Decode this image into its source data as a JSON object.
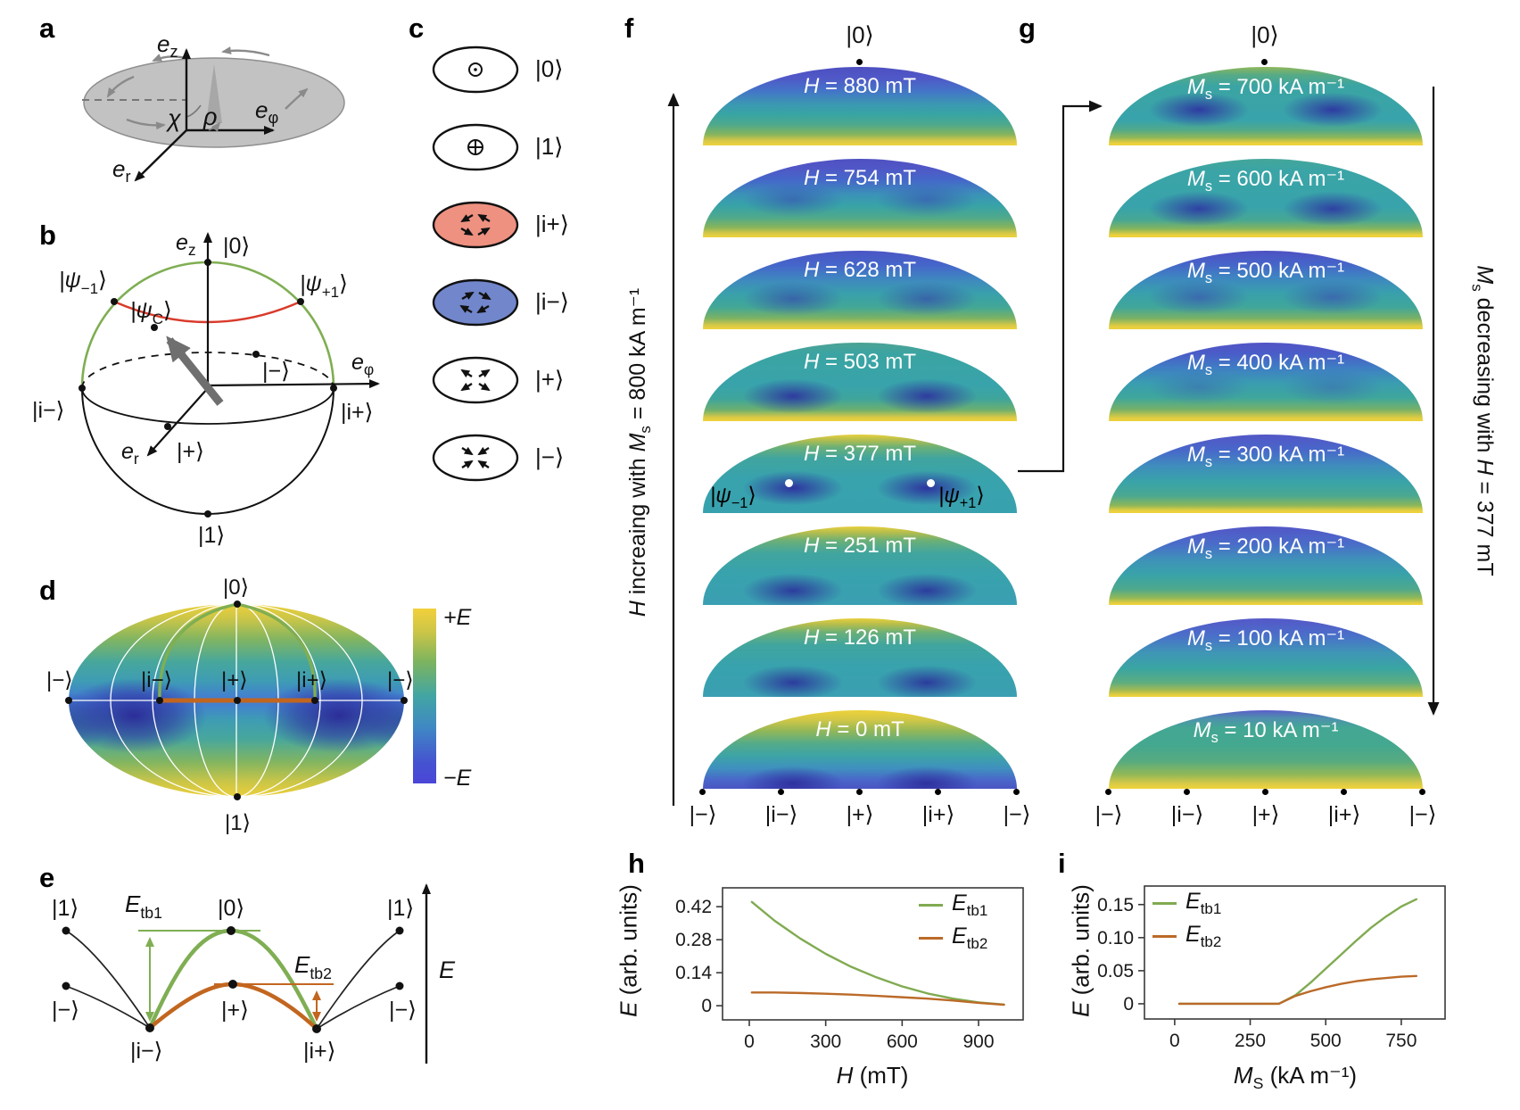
{
  "panel_tags": {
    "a": "a",
    "b": "b",
    "c": "c",
    "d": "d",
    "e": "e",
    "f": "f",
    "g": "g",
    "h": "h",
    "i": "i"
  },
  "colors": {
    "energy_green": "#7fae53",
    "energy_orange": "#c2661f",
    "red_arc": "#d93a2b",
    "state_red_fill": "#ee9180",
    "state_blue_fill": "#7186cb",
    "colormap_pos": "#ecd03a",
    "colormap_neg": "#4a46d8"
  },
  "panel_a": {
    "axis_z": {
      "main": "e",
      "sub": "z"
    },
    "axis_phi": {
      "main": "e",
      "sub": "φ"
    },
    "axis_r": {
      "main": "e",
      "sub": "r"
    },
    "angle_chi": "χ",
    "angle_rho": "ρ"
  },
  "panel_b": {
    "axis_z": {
      "main": "e",
      "sub": "z"
    },
    "axis_phi": {
      "main": "e",
      "sub": "φ"
    },
    "axis_r": {
      "main": "e",
      "sub": "r"
    },
    "state_0": "|0⟩",
    "state_1": "|1⟩",
    "state_im": "|i−⟩",
    "state_ip": "|i+⟩",
    "state_p": "|+⟩",
    "state_m": "|−⟩",
    "psi_minus": {
      "pre": "|ψ",
      "sub": "−1",
      "post": "⟩"
    },
    "psi_plus": {
      "pre": "|ψ",
      "sub": "+1",
      "post": "⟩"
    },
    "psi_c": {
      "pre": "|ψ",
      "sub": "C",
      "post": "⟩"
    }
  },
  "panel_c": {
    "rows": [
      {
        "state": "|0⟩",
        "fill": "#ffffff",
        "symbol": "vortex-core-up"
      },
      {
        "state": "|1⟩",
        "fill": "#ffffff",
        "symbol": "vortex-core-down"
      },
      {
        "state": "|i+⟩",
        "fill": "#ee9180",
        "symbol": "circulation-ccw"
      },
      {
        "state": "|i−⟩",
        "fill": "#7186cb",
        "symbol": "circulation-cw"
      },
      {
        "state": "|+⟩",
        "fill": "#ffffff",
        "symbol": "diverging"
      },
      {
        "state": "|−⟩",
        "fill": "#ffffff",
        "symbol": "converging"
      }
    ]
  },
  "panel_d": {
    "state_top": "|0⟩",
    "state_bottom": "|1⟩",
    "equator_labels": [
      "|−⟩",
      "|i−⟩",
      "|+⟩",
      "|i+⟩",
      "|−⟩"
    ],
    "colorbar": {
      "top": "+E",
      "bottom": "−E"
    }
  },
  "panel_e": {
    "left_1": "|1⟩",
    "left_m": "|−⟩",
    "min_left": "|i−⟩",
    "peak_top": "|0⟩",
    "peak_mid": "|+⟩",
    "min_right": "|i+⟩",
    "right_m": "|−⟩",
    "right_1": "|1⟩",
    "tb1": {
      "main": "E",
      "sub": "tb1"
    },
    "tb2": {
      "main": "E",
      "sub": "tb2"
    },
    "axis_label": "E"
  },
  "panel_f": {
    "state_top": "|0⟩",
    "side_label": {
      "h": "H",
      "mid": " increaing with ",
      "m": "M",
      "m_sub": "s",
      "rest": " = 800 kA m⁻¹"
    },
    "domes": [
      {
        "var": "H",
        "eq": " = 880 mT"
      },
      {
        "var": "H",
        "eq": " = 754 mT"
      },
      {
        "var": "H",
        "eq": " = 628 mT"
      },
      {
        "var": "H",
        "eq": " = 503 mT"
      },
      {
        "var": "H",
        "eq": " = 377 mT"
      },
      {
        "var": "H",
        "eq": " = 251 mT"
      },
      {
        "var": "H",
        "eq": " = 126 mT"
      },
      {
        "var": "H",
        "eq": " = 0 mT"
      }
    ],
    "psi_left": {
      "pre": "|ψ",
      "sub": "−1",
      "post": "⟩"
    },
    "psi_right": {
      "pre": "|ψ",
      "sub": "+1",
      "post": "⟩"
    },
    "bottom_states": [
      "|−⟩",
      "|i−⟩",
      "|+⟩",
      "|i+⟩",
      "|−⟩"
    ]
  },
  "panel_g": {
    "state_top": "|0⟩",
    "side_label": {
      "m": "M",
      "m_sub": "s",
      "mid": " decreasing with ",
      "h": "H",
      "rest": " = 377 mT"
    },
    "domes": [
      {
        "var": "M",
        "sub": "s",
        "eq": " = 700 kA m⁻¹"
      },
      {
        "var": "M",
        "sub": "s",
        "eq": " = 600 kA m⁻¹"
      },
      {
        "var": "M",
        "sub": "s",
        "eq": " = 500 kA m⁻¹"
      },
      {
        "var": "M",
        "sub": "s",
        "eq": " = 400 kA m⁻¹"
      },
      {
        "var": "M",
        "sub": "s",
        "eq": " = 300 kA m⁻¹"
      },
      {
        "var": "M",
        "sub": "s",
        "eq": " = 200 kA m⁻¹"
      },
      {
        "var": "M",
        "sub": "s",
        "eq": " = 100 kA m⁻¹"
      },
      {
        "var": "M",
        "sub": "s",
        "eq": " = 10 kA m⁻¹"
      }
    ],
    "bottom_states": [
      "|−⟩",
      "|i−⟩",
      "|+⟩",
      "|i+⟩",
      "|−⟩"
    ]
  },
  "chart_data": [
    {
      "id": "h",
      "type": "line",
      "xlabel": {
        "main": "H",
        "rest": " (mT)"
      },
      "ylabel": {
        "main": "E",
        "rest": " (arb. units)"
      },
      "xlim": [
        -105,
        1075
      ],
      "ylim": [
        -0.06,
        0.5
      ],
      "xticks": [
        0,
        300,
        600,
        900
      ],
      "yticks": [
        0,
        0.14,
        0.28,
        0.42
      ],
      "ytick_labels": [
        "0",
        "0.14",
        "0.28",
        "0.42"
      ],
      "legend_position": "top-right",
      "grid": false,
      "series": [
        {
          "name": {
            "main": "E",
            "sub": "tb1"
          },
          "color": "#80ab51",
          "x": [
            10,
            100,
            200,
            300,
            400,
            500,
            600,
            700,
            800,
            900,
            1000
          ],
          "y": [
            0.44,
            0.36,
            0.285,
            0.22,
            0.165,
            0.12,
            0.082,
            0.052,
            0.03,
            0.014,
            0.005
          ]
        },
        {
          "name": {
            "main": "E",
            "sub": "tb2"
          },
          "color": "#bb6a28",
          "x": [
            10,
            100,
            200,
            300,
            400,
            500,
            600,
            700,
            800,
            900,
            1000
          ],
          "y": [
            0.056,
            0.056,
            0.054,
            0.051,
            0.047,
            0.042,
            0.036,
            0.03,
            0.022,
            0.012,
            0.004
          ]
        }
      ]
    },
    {
      "id": "i",
      "type": "line",
      "xlabel": {
        "main": "M",
        "sub": "S",
        "rest": " (kA m⁻¹)"
      },
      "ylabel": {
        "main": "E",
        "rest": " (arb. units)"
      },
      "xlim": [
        -100,
        895
      ],
      "ylim": [
        -0.023,
        0.178
      ],
      "xticks": [
        0,
        250,
        500,
        750
      ],
      "yticks": [
        0,
        0.05,
        0.1,
        0.15
      ],
      "ytick_labels": [
        "0",
        "0.05",
        "0.10",
        "0.15"
      ],
      "legend_position": "top-left",
      "grid": false,
      "series": [
        {
          "name": {
            "main": "E",
            "sub": "tb1"
          },
          "color": "#80ab51",
          "x": [
            15,
            100,
            200,
            300,
            345,
            400,
            450,
            500,
            550,
            600,
            650,
            700,
            750,
            800
          ],
          "y": [
            0,
            0,
            0,
            0,
            0,
            0.013,
            0.032,
            0.053,
            0.074,
            0.095,
            0.115,
            0.132,
            0.147,
            0.158
          ]
        },
        {
          "name": {
            "main": "E",
            "sub": "tb2"
          },
          "color": "#bb6a28",
          "x": [
            15,
            100,
            200,
            300,
            345,
            400,
            450,
            500,
            550,
            600,
            650,
            700,
            750,
            800
          ],
          "y": [
            0,
            0,
            0,
            0,
            0,
            0.012,
            0.019,
            0.025,
            0.03,
            0.034,
            0.037,
            0.039,
            0.041,
            0.042
          ]
        }
      ]
    }
  ]
}
